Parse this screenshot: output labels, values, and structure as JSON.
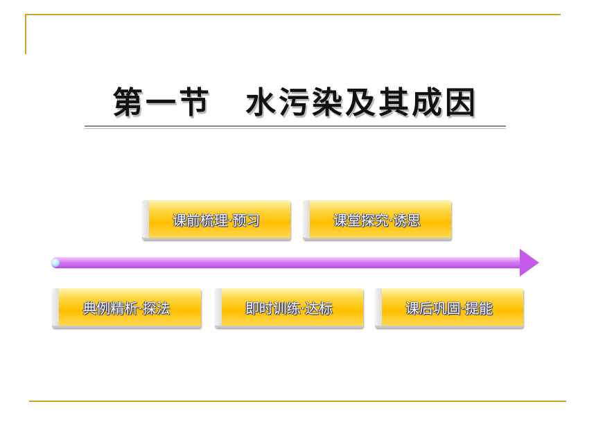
{
  "title": "第一节　水污染及其成因",
  "nav_buttons": [
    {
      "label": "课前梳理·预习"
    },
    {
      "label": "课堂探究·诱思"
    },
    {
      "label": "典例精析·探法"
    },
    {
      "label": "即时训练·达标"
    },
    {
      "label": "课后巩固·提能"
    }
  ],
  "colors": {
    "frame_gold": "#c9a227",
    "button_yellow": "#ffbf00",
    "arrow_purple": "#c45be8",
    "label_outline": "#1d2a6b"
  },
  "icons": {
    "arrow": "right-arrow-icon",
    "arrow_start": "dot-icon"
  }
}
